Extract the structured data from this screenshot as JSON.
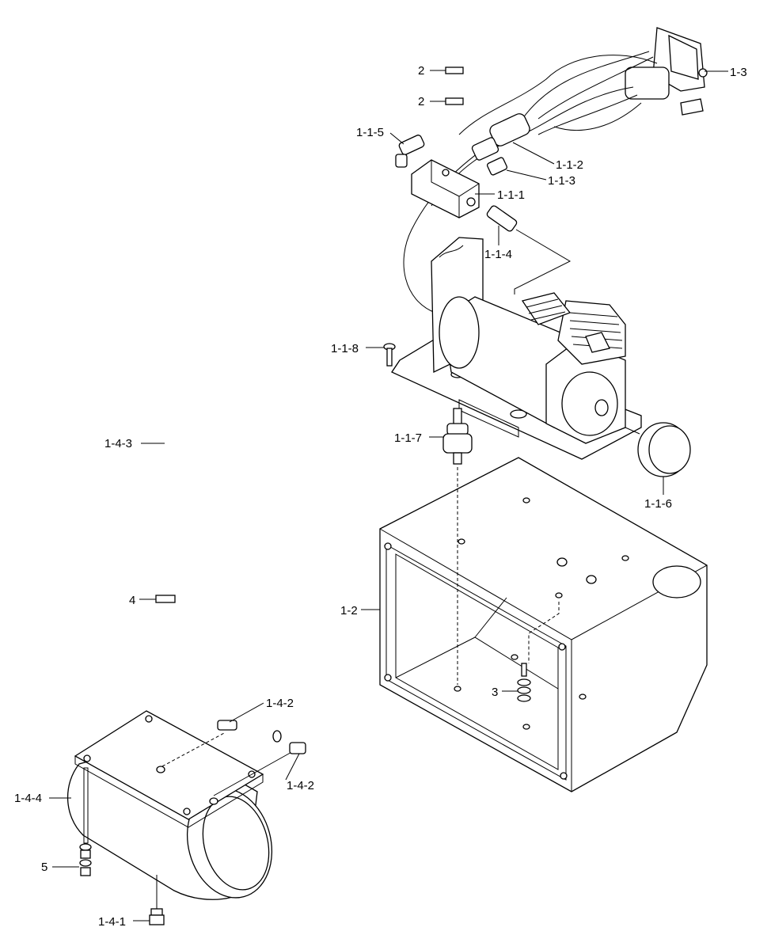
{
  "labels": {
    "l_1_3": "1-3",
    "l_2a": "2",
    "l_2b": "2",
    "l_1_1_5": "1-1-5",
    "l_1_1_2": "1-1-2",
    "l_1_1_3": "1-1-3",
    "l_1_1_1": "1-1-1",
    "l_1_1_4": "1-1-4",
    "l_1_1_8": "1-1-8",
    "l_1_1_7": "1-1-7",
    "l_1_1_6": "1-1-6",
    "l_1_4_3": "1-4-3",
    "l_1_2": "1-2",
    "l_4": "4",
    "l_3": "3",
    "l_1_4_2a": "1-4-2",
    "l_1_4_2b": "1-4-2",
    "l_1_4_4": "1-4-4",
    "l_5": "5",
    "l_1_4_1": "1-4-1"
  }
}
